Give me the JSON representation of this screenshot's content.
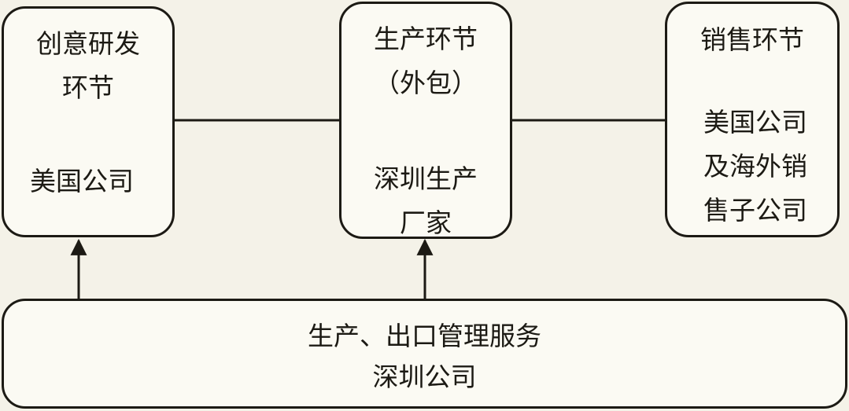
{
  "colors": {
    "background": "#f4f2e8",
    "box_fill": "#fbfaf3",
    "stroke": "#1c1a14"
  },
  "boxes": {
    "rnd": {
      "stage_lines": [
        "创意研发",
        "环节"
      ],
      "company": "美国公司"
    },
    "production": {
      "stage_lines": [
        "生产环节",
        "（外包）"
      ],
      "company_lines": [
        "深圳生产",
        "厂家"
      ]
    },
    "sales": {
      "stage": "销售环节",
      "company_lines": [
        "美国公司",
        "及海外销",
        "售子公司"
      ]
    },
    "services": {
      "service": "生产、出口管理服务",
      "company": "深圳公司"
    }
  }
}
